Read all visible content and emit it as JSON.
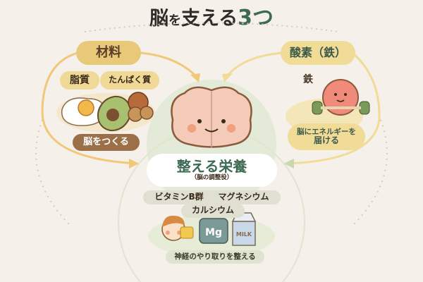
{
  "title": {
    "part1": "脳",
    "part2": "を",
    "part3": "支える",
    "part4": "3つ"
  },
  "materials": {
    "heading": "材料",
    "tags": [
      "脂質",
      "たんぱく質"
    ],
    "role": "脳をつくる"
  },
  "oxygen": {
    "heading": "酸素（鉄）",
    "label": "鉄",
    "role_line1": "脳にエネルギーを",
    "role_line2": "届ける"
  },
  "regulate": {
    "heading": "整える栄養",
    "subheading": "（脳の調整役）",
    "nutrients": [
      "ビタミンB群",
      "マグネシウム",
      "カルシウム"
    ],
    "mg_label": "Mg",
    "milk_label": "MILK",
    "role": "神経のやり取りを整える"
  },
  "colors": {
    "background": "#f5f0ea",
    "materials": "#e8c97a",
    "oxygen": "#f0dc96",
    "regulate": "#e3ead8",
    "accent_green": "#3d6a52",
    "brown": "#9b7049"
  }
}
